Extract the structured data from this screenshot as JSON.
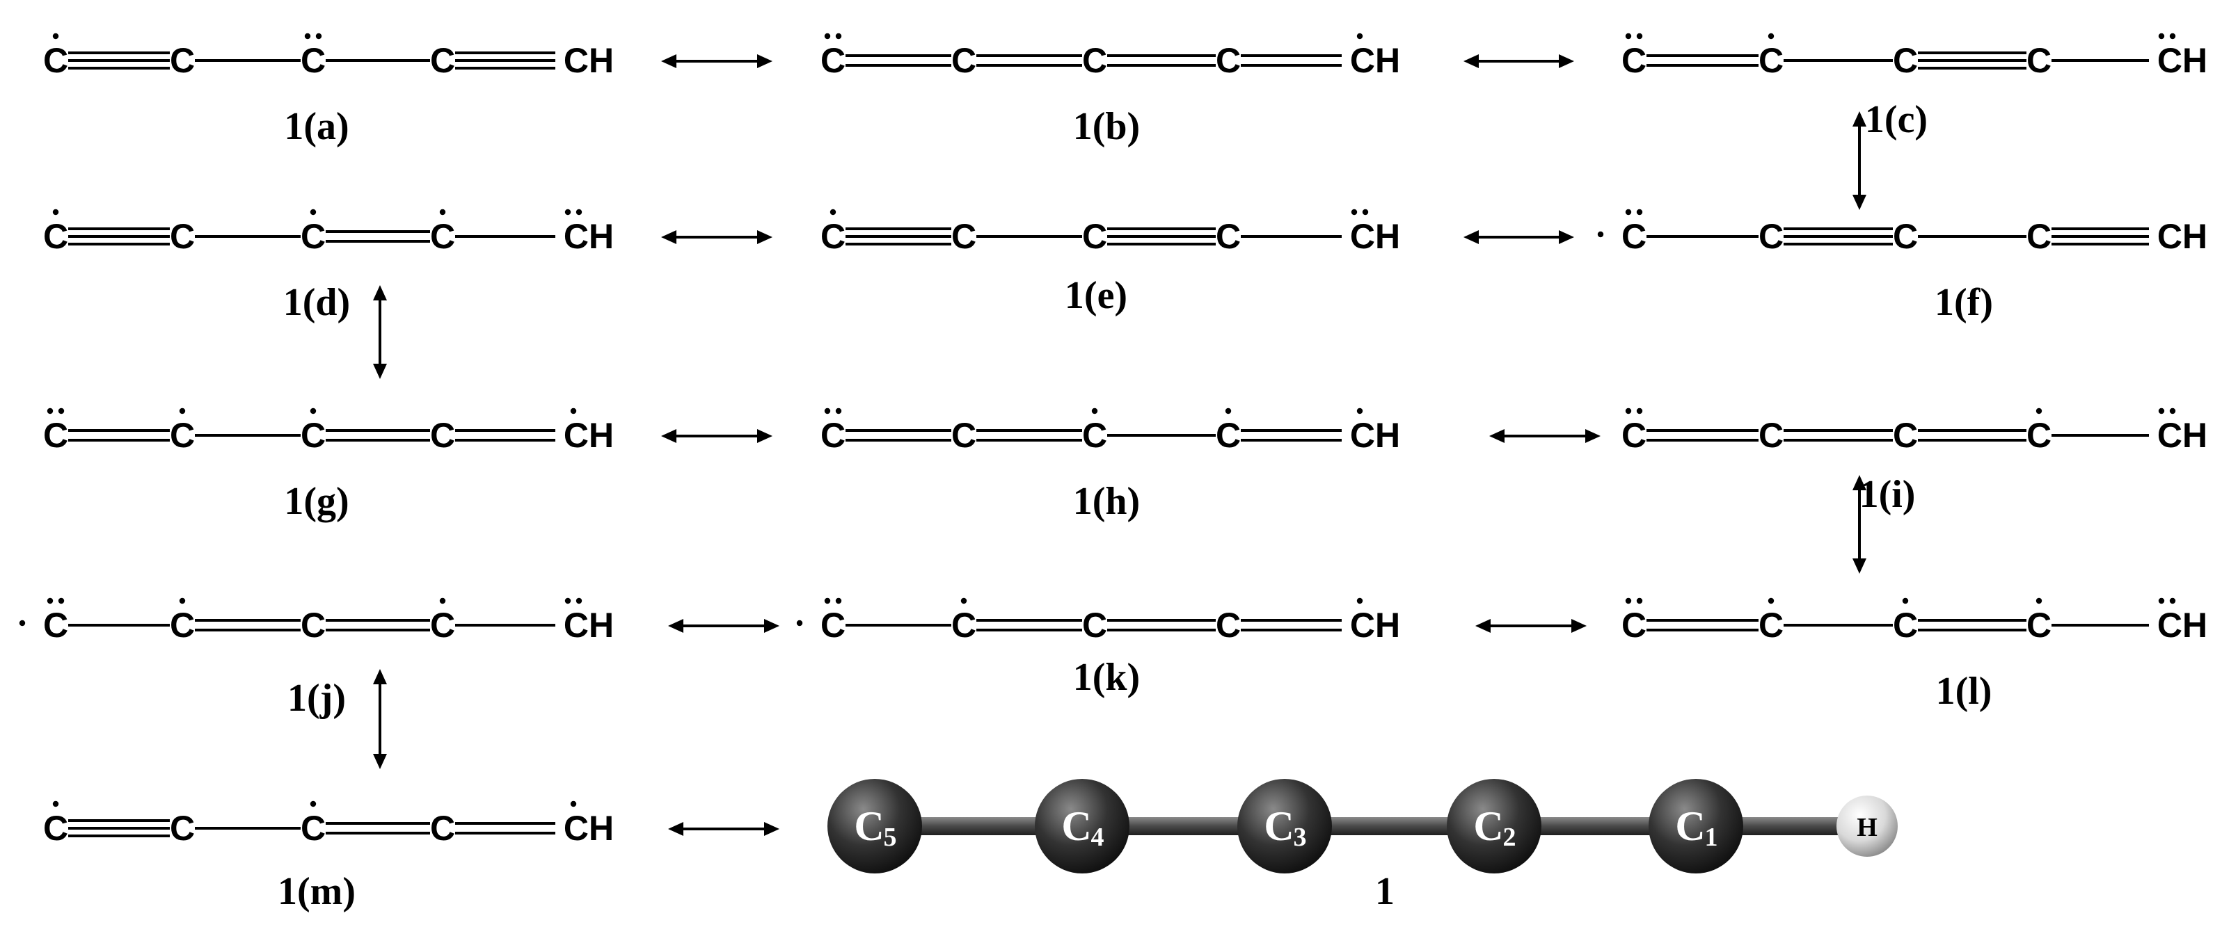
{
  "structures": [
    {
      "label": "1(a)",
      "atoms": [
        "C",
        "C",
        "C",
        "C",
        "CH"
      ],
      "bonds": [
        3,
        1,
        1,
        3
      ],
      "dots": [
        1,
        0,
        2,
        0,
        0
      ],
      "lone_dots_left": 0
    },
    {
      "label": "1(b)",
      "atoms": [
        "C",
        "C",
        "C",
        "C",
        "CH"
      ],
      "bonds": [
        2,
        2,
        2,
        2
      ],
      "dots": [
        2,
        0,
        0,
        0,
        1
      ],
      "lone_dots_left": 0
    },
    {
      "label": "1(c)",
      "atoms": [
        "C",
        "C",
        "C",
        "C",
        "CH"
      ],
      "bonds": [
        2,
        1,
        3,
        1
      ],
      "dots": [
        2,
        1,
        0,
        0,
        2
      ],
      "lone_dots_left": 0
    },
    {
      "label": "1(d)",
      "atoms": [
        "C",
        "C",
        "C",
        "C",
        "CH"
      ],
      "bonds": [
        3,
        1,
        2,
        1
      ],
      "dots": [
        1,
        0,
        1,
        1,
        2
      ],
      "lone_dots_left": 0
    },
    {
      "label": "1(e)",
      "atoms": [
        "C",
        "C",
        "C",
        "C",
        "CH"
      ],
      "bonds": [
        3,
        1,
        3,
        1
      ],
      "dots": [
        1,
        0,
        0,
        0,
        2
      ],
      "lone_dots_left": 0
    },
    {
      "label": "1(f)",
      "atoms": [
        "C",
        "C",
        "C",
        "C",
        "CH"
      ],
      "bonds": [
        1,
        3,
        1,
        3
      ],
      "dots": [
        2,
        0,
        0,
        0,
        0
      ],
      "lone_dots_left": 1
    },
    {
      "label": "1(g)",
      "atoms": [
        "C",
        "C",
        "C",
        "C",
        "CH"
      ],
      "bonds": [
        2,
        1,
        2,
        2
      ],
      "dots": [
        2,
        1,
        1,
        0,
        1
      ],
      "lone_dots_left": 0
    },
    {
      "label": "1(h)",
      "atoms": [
        "C",
        "C",
        "C",
        "C",
        "CH"
      ],
      "bonds": [
        2,
        2,
        1,
        2
      ],
      "dots": [
        2,
        0,
        1,
        1,
        1
      ],
      "lone_dots_left": 0
    },
    {
      "label": "1(i)",
      "atoms": [
        "C",
        "C",
        "C",
        "C",
        "CH"
      ],
      "bonds": [
        2,
        2,
        2,
        1
      ],
      "dots": [
        2,
        0,
        0,
        1,
        2
      ],
      "lone_dots_left": 0
    },
    {
      "label": "1(j)",
      "atoms": [
        "C",
        "C",
        "C",
        "C",
        "CH"
      ],
      "bonds": [
        1,
        2,
        2,
        1
      ],
      "dots": [
        2,
        1,
        0,
        1,
        2
      ],
      "lone_dots_left": 1
    },
    {
      "label": "1(k)",
      "atoms": [
        "C",
        "C",
        "C",
        "C",
        "CH"
      ],
      "bonds": [
        1,
        2,
        2,
        2
      ],
      "dots": [
        2,
        1,
        0,
        0,
        1
      ],
      "lone_dots_left": 1
    },
    {
      "label": "1(l)",
      "atoms": [
        "C",
        "C",
        "C",
        "C",
        "CH"
      ],
      "bonds": [
        2,
        1,
        2,
        1
      ],
      "dots": [
        2,
        1,
        1,
        1,
        2
      ],
      "lone_dots_left": 0
    },
    {
      "label": "1(m)",
      "atoms": [
        "C",
        "C",
        "C",
        "C",
        "CH"
      ],
      "bonds": [
        3,
        1,
        2,
        2
      ],
      "dots": [
        1,
        0,
        1,
        0,
        1
      ],
      "lone_dots_left": 0
    }
  ],
  "model": {
    "label": "1",
    "atoms": [
      {
        "symbol": "C",
        "index": "5"
      },
      {
        "symbol": "C",
        "index": "4"
      },
      {
        "symbol": "C",
        "index": "3"
      },
      {
        "symbol": "C",
        "index": "2"
      },
      {
        "symbol": "C",
        "index": "1"
      },
      {
        "symbol": "H",
        "index": ""
      }
    ]
  },
  "colors": {
    "ink": "#000000",
    "carbon_sphere": "#333333",
    "hydrogen_sphere": "#d9d9d9",
    "model_bond": "#4a4a4a",
    "sphere_text": "#ffffff"
  }
}
